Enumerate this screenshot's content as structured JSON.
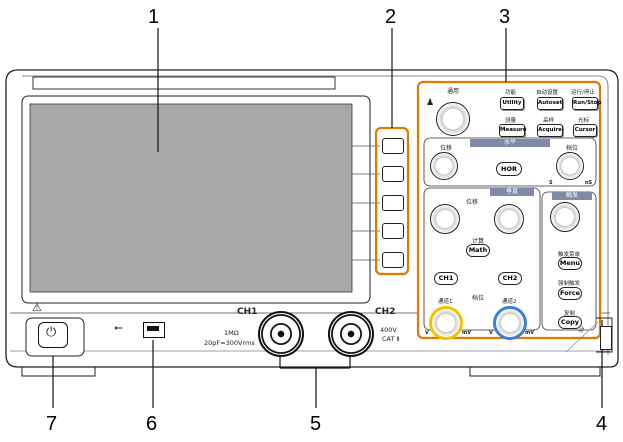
{
  "callouts": [
    "1",
    "2",
    "3",
    "4",
    "5",
    "6",
    "7"
  ],
  "control_panel": {
    "general_knob": "通用",
    "function_label": "功能",
    "function_button": "Utility",
    "autoset_label": "自动设置",
    "autoset_button": "Autoset",
    "runstop_label": "运行/停止",
    "runstop_button": "Run/Stop",
    "measure_label": "测量",
    "measure_button": "Measure",
    "acquire_label": "采样",
    "acquire_button": "Acquire",
    "cursor_label": "光标",
    "cursor_button": "Cursor",
    "horizontal_section": "水平",
    "h_position_label": "位移",
    "h_scale_label": "档位",
    "hor_button": "HOR",
    "s_label": "S",
    "ns_label": "nS",
    "vertical_section": "垂直",
    "v_position_label": "位移",
    "math_label": "计算",
    "math_button": "Math",
    "ch1_button": "CH1",
    "ch2_button": "CH2",
    "v_scale_label": "档位",
    "ch1_scale_label": "通道1",
    "ch2_scale_label": "通道2",
    "v_label_1": "V",
    "mv_label_1": "mV",
    "v_label_2": "V",
    "mv_label_2": "mV",
    "trigger_section": "触发",
    "trigger_menu_label": "触发菜单",
    "menu_button": "Menu",
    "force_label": "强制触发",
    "force_button": "Force",
    "copy_label": "复制",
    "copy_button": "Copy"
  },
  "inputs": {
    "ch1_label": "CH1",
    "ch2_label": "CH2",
    "ch1_spec_1": "1MΩ",
    "ch1_spec_2": "20pF≈300Vrms",
    "ch2_spec_1": "400V",
    "ch2_spec_2": "CAT Ⅱ",
    "side_label": "5V"
  },
  "colors": {
    "panel_border": "#e07a00",
    "ch1_ring": "#f2c200",
    "ch2_ring": "#3a7fd8",
    "section_bar": "#7e8aa6",
    "screen": "#a8a8a8"
  }
}
